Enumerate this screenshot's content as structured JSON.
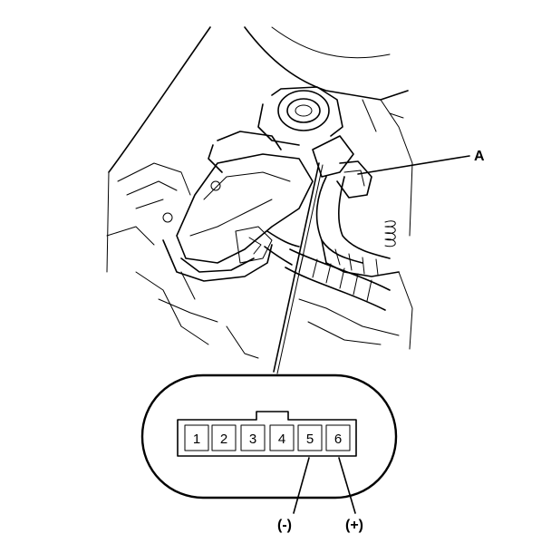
{
  "callout": {
    "label": "A"
  },
  "connector": {
    "pins": [
      "1",
      "2",
      "3",
      "4",
      "5",
      "6"
    ],
    "negative_label": "(-)",
    "positive_label": "(+)"
  }
}
